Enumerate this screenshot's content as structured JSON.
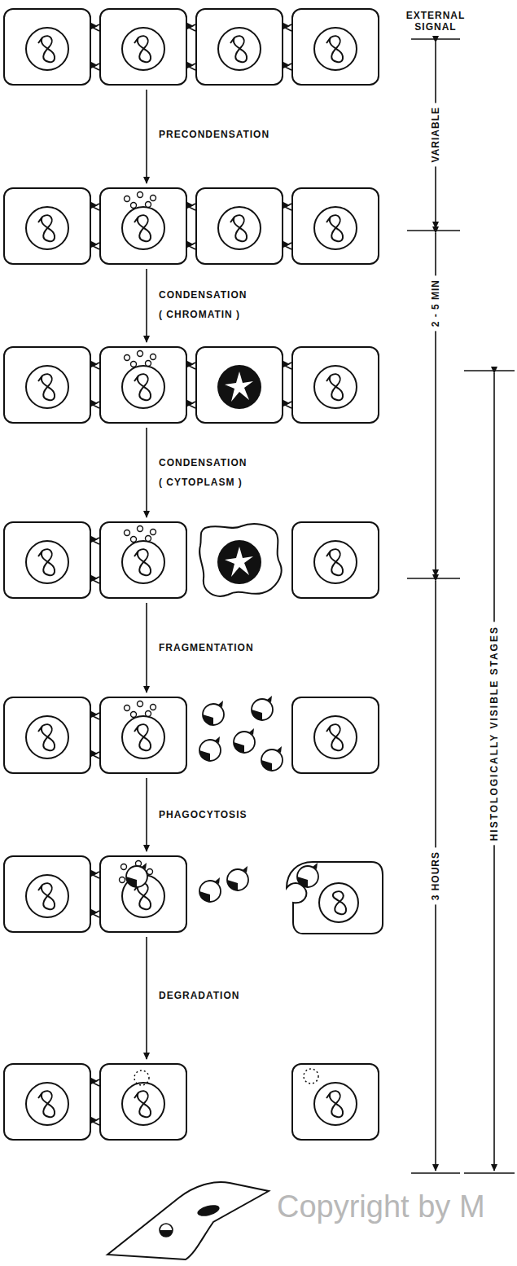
{
  "diagram": {
    "labels": [
      "EXTERNAL SIGNAL",
      "PRECONDENSATION",
      "VARIABLE",
      "CONDENSATION",
      "( CHROMATIN )",
      "2 - 5 MIN",
      "CONDENSATION",
      "( CYTOPLASM )",
      "HISTOLOGICALLY VISIBLE STAGES",
      "FRAGMENTATION",
      "3 HOURS",
      "PHAGOCYTOSIS",
      "DEGRADATION",
      "Copyright by M"
    ]
  }
}
